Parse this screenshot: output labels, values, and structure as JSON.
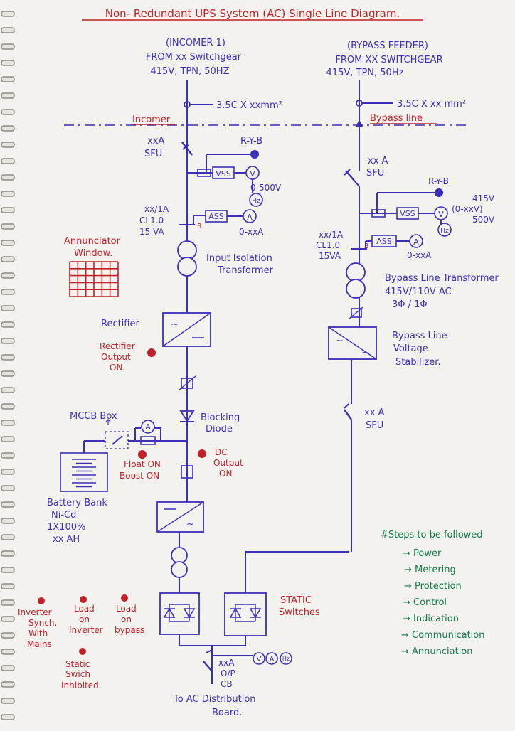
{
  "title": "Non- Redundant UPS System (AC) Single Line Diagram.",
  "incomer": {
    "heading": "(INCOMER-1)",
    "from": "FROM xx Switchgear",
    "rating": "415V, TPN, 50HZ",
    "cable": "3.5C X xxmm²",
    "line_label": "Incomer",
    "sfu_rating": "xxA",
    "sfu_label": "SFU",
    "ryb": "R-Y-B",
    "vss": "VSS",
    "v": "V",
    "hz": "Hz",
    "v_range": "0-500V",
    "ct_ratio": "xx/1A",
    "ct_class": "CL1.0",
    "ct_burden": "15 VA",
    "ass": "ASS",
    "a": "A",
    "a_range": "0-xxA",
    "ct_num": "3",
    "transformer": "Input Isolation Transformer"
  },
  "bypass": {
    "heading": "(BYPASS FEEDER)",
    "from": "FROM XX SWITCHGEAR",
    "rating": "415V, TPN, 50Hz",
    "cable": "3.5C X xx mm²",
    "line_label": "Bypass line",
    "sfu_rating": "xx A",
    "sfu_label": "SFU",
    "ryb": "R-Y-B",
    "vss": "VSS",
    "v": "V",
    "hz": "Hz",
    "v_range_1": "415V",
    "v_range_2": "(0-xxV)",
    "v_range_3": "500V",
    "ct_ratio": "xx/1A",
    "ct_class": "CL1.0",
    "ct_burden": "15VA",
    "ass": "ASS",
    "a": "A",
    "a_range": "0-xxA",
    "ct_num": "3",
    "transformer": "Bypass Line Transformer",
    "transformer_rating": "415V/110V AC",
    "transformer_phase": "3Φ / 1Φ",
    "stabilizer": "Bypass Line Voltage Stabilizer.",
    "sfu2_rating": "xx A",
    "sfu2_label": "SFU"
  },
  "annunciator": "Annunciator Window.",
  "rectifier": "Rectifier",
  "rectifier_output": "Rectifier Output ON.",
  "blocking_diode": "Blocking Diode",
  "mccb": "MCCB Box",
  "a": "A",
  "float_boost": "Float ON Boost ON",
  "dc_output": "DC Output ON",
  "battery": "Battery Bank",
  "battery_type": "Ni-Cd",
  "battery_cap": "1X100%",
  "battery_ah": "xx AH",
  "static_switches": "STATIC Switches",
  "inverter_sync": "Inverter Synch. With Mains",
  "load_inverter": "Load on Inverter",
  "load_bypass": "Load on bypass",
  "static_inhibited": "Static Swich Inhibited.",
  "op": {
    "rating": "xxA",
    "label1": "O/P",
    "label2": "CB",
    "v": "V",
    "a": "A",
    "hz": "Hz"
  },
  "distribution": "To AC Distribution Board.",
  "steps": {
    "heading": "#Steps to be followed",
    "items": [
      "→ Power",
      "→ Metering",
      "→ Protection",
      "→ Control",
      "→ Indication",
      "→ Communication",
      "→ Annunciation"
    ]
  },
  "colors": {
    "ink_blue": "#3b2fb8",
    "ink_red": "#c0222a",
    "ink_green": "#0f7a4a",
    "paper": "#f4f2ee"
  }
}
